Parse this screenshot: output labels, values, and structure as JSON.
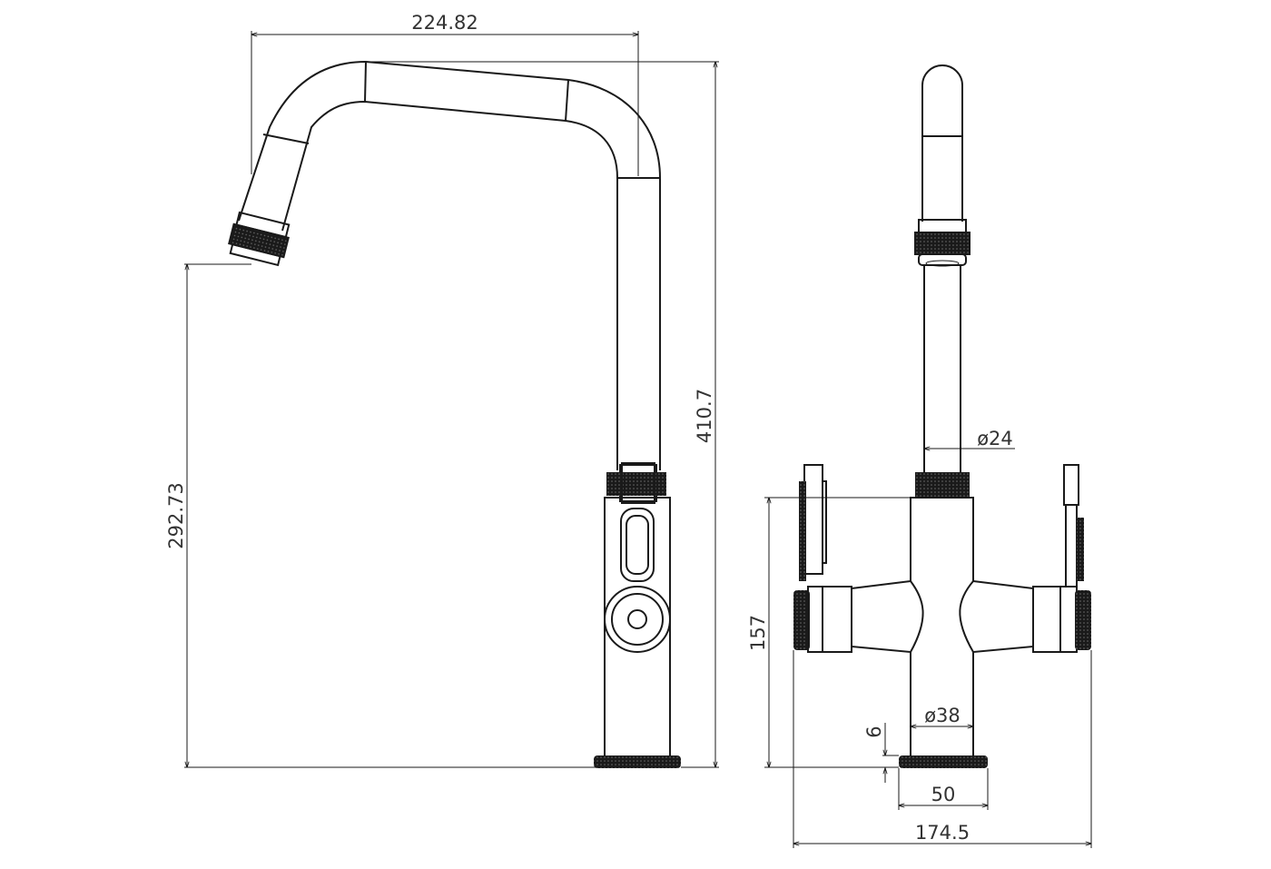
{
  "drawing": {
    "stroke_color": "#1a1a1a",
    "text_color": "#333333",
    "side_view": {
      "spout_width": "224.82",
      "total_height": "410.7",
      "spout_outlet_height": "292.73"
    },
    "front_view": {
      "spout_diameter": "ø24",
      "body_diameter": "ø38",
      "valve_height": "157",
      "base_thickness": "6",
      "base_width": "50",
      "overall_width": "174.5"
    }
  }
}
